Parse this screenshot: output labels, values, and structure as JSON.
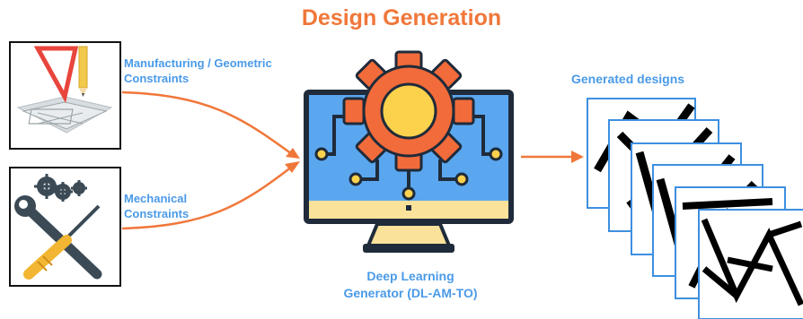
{
  "title": "Design Generation",
  "inputs": {
    "manufacturing_label": "Manufacturing / Geometric\nConstraints",
    "mechanical_label": "Mechanical\nConstraints"
  },
  "generator_label": "Deep Learning\nGenerator (DL-AM-TO)",
  "output_label": "Generated designs",
  "colors": {
    "title": "#f0773a",
    "label_blue": "#4a9ae8",
    "arrow": "#f0773a",
    "frame_blue": "#3d8fe0",
    "monitor_screen": "#5aa7f0",
    "monitor_base": "#fbe29a",
    "gear": "#f26b3a",
    "gear_center": "#fcd24d"
  }
}
